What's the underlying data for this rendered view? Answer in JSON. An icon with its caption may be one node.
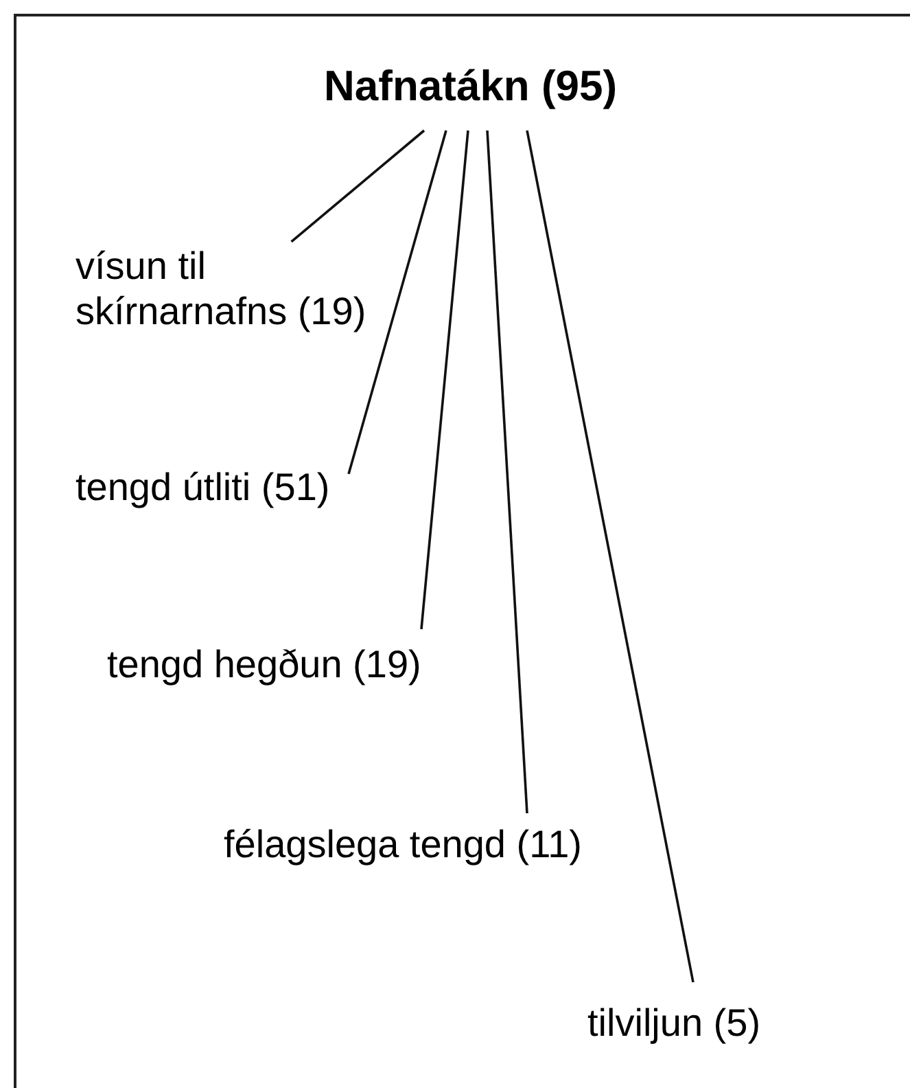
{
  "diagram": {
    "nodes": [
      {
        "text": [
          "Nafnatákn (95)"
        ]
      },
      {
        "text": [
          "vísun til skírnarnafns (19)"
        ]
      },
      {
        "text": [
          "tengd útliti (51)"
        ]
      },
      {
        "text": [
          "tengd hegðun (19)"
        ]
      },
      {
        "text": [
          "félagslega tengd (11)"
        ]
      },
      {
        "text": [
          "tilviljun (5)"
        ]
      }
    ],
    "edges": [
      {
        "from": 0,
        "to": 1,
        "arrow": "none"
      },
      {
        "from": 0,
        "to": 2,
        "arrow": "none"
      },
      {
        "from": 0,
        "to": 3,
        "arrow": "none"
      },
      {
        "from": 0,
        "to": 4,
        "arrow": "none"
      },
      {
        "from": 0,
        "to": 5,
        "arrow": "none"
      }
    ]
  }
}
